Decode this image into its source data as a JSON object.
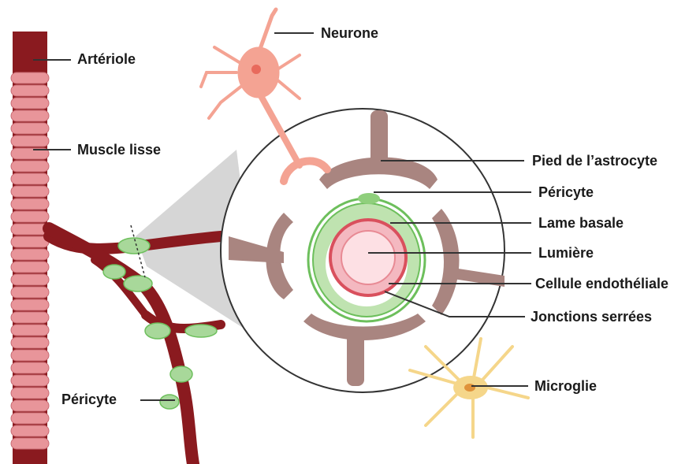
{
  "labels": {
    "arteriole": "Artériole",
    "muscle": "Muscle lisse",
    "pericyte_left": "Péricyte",
    "neurone": "Neurone",
    "pied": "Pied de l’astrocyte",
    "pericyte_right": "Péricyte",
    "lame": "Lame basale",
    "lumiere": "Lumière",
    "cellule": "Cellule endothéliale",
    "jonctions": "Jonctions serrées",
    "microglie": "Microglie"
  },
  "colors": {
    "arteriole_dark": "#8a1a1f",
    "muscle_pink": "#e8959a",
    "pericyte_green": "#a8d89a",
    "astrocyte_brown": "#a98580",
    "endothelium_pink": "#f4b8c0",
    "lumen_pink": "#fde0e4",
    "neurone_pink": "#f4a393",
    "microglia_yellow": "#f5d68a",
    "leader_line": "#333333"
  }
}
